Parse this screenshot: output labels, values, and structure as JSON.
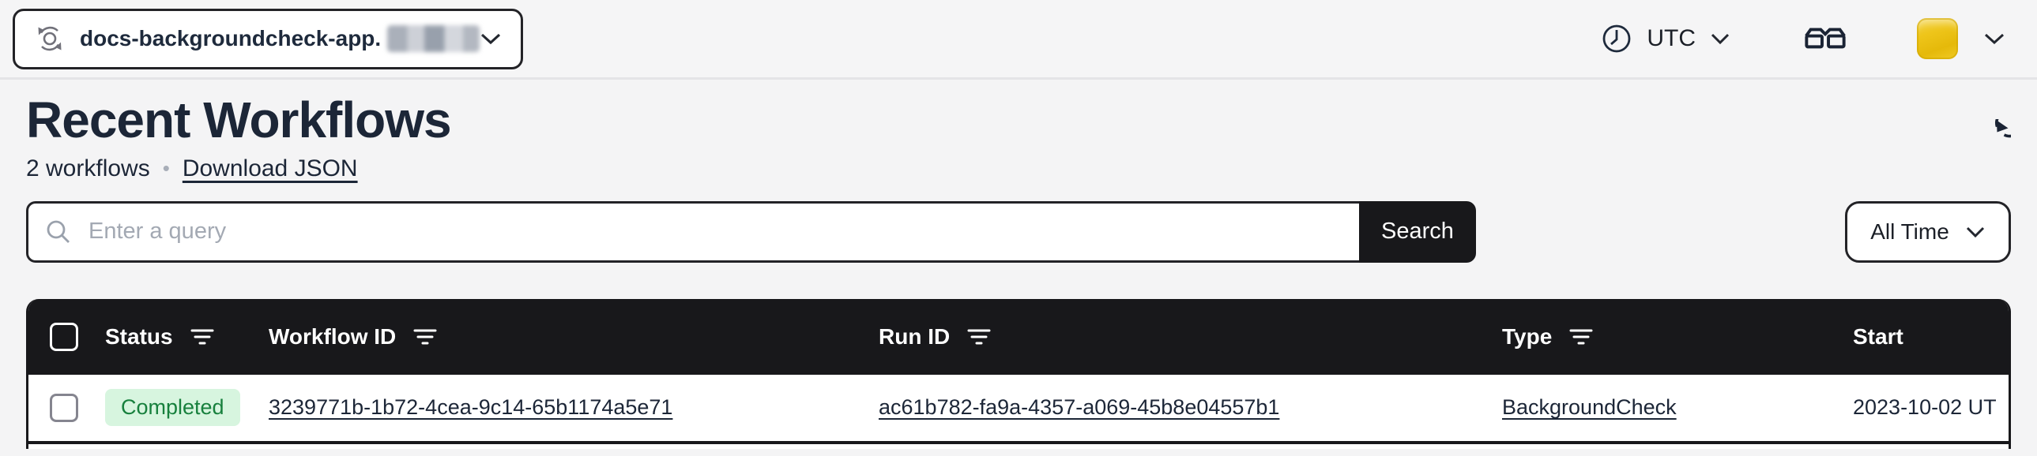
{
  "topbar": {
    "namespace_label": "docs-backgroundcheck-app.",
    "timezone_label": "UTC"
  },
  "page": {
    "title": "Recent Workflows",
    "workflow_count": "2 workflows",
    "bullet": "•",
    "download_json_label": "Download JSON"
  },
  "search": {
    "placeholder": "Enter a query",
    "button_label": "Search",
    "time_filter_label": "All Time"
  },
  "table": {
    "columns": [
      "Status",
      "Workflow ID",
      "Run ID",
      "Type",
      "Start"
    ],
    "rows": [
      {
        "status": "Completed",
        "workflow_id": "3239771b-1b72-4cea-9c14-65b1174a5e71",
        "run_id": "ac61b782-fa9a-4357-a069-45b8e04557b1",
        "type": "BackgroundCheck",
        "start": "2023-10-02 UT"
      }
    ]
  },
  "colors": {
    "accent_dark": "#18181b",
    "status_completed_bg": "#d7f5df",
    "status_completed_text": "#17803d",
    "avatar_yellow": "#ecc414"
  }
}
